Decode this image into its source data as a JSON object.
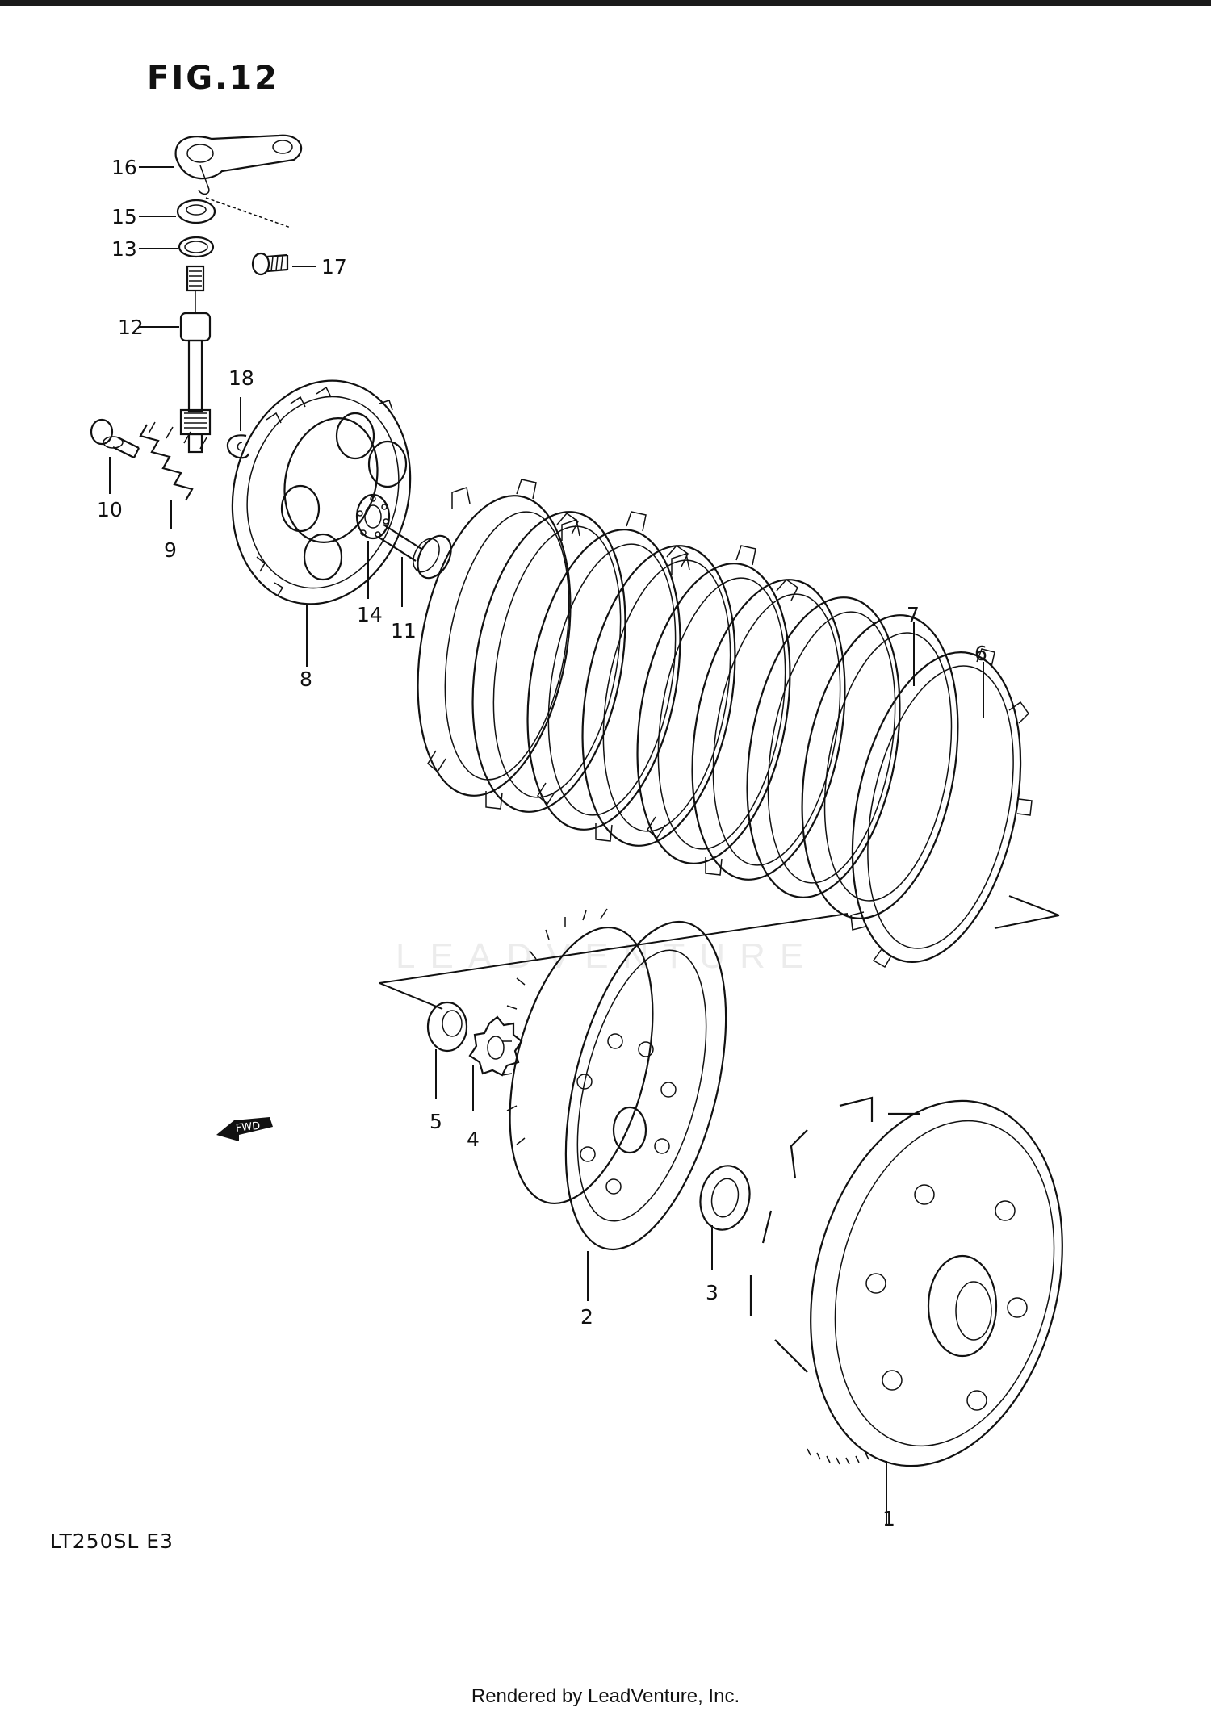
{
  "figure_title": "FIG.12",
  "model_code": "LT250SL  E3",
  "footer": "Rendered by LeadVenture, Inc.",
  "watermark": "LEADVENTURE",
  "fwd_label": "FWD",
  "callouts": {
    "c1": "1",
    "c2": "2",
    "c3": "3",
    "c4": "4",
    "c5": "5",
    "c6": "6",
    "c7": "7",
    "c8": "8",
    "c9": "9",
    "c10": "10",
    "c11": "11",
    "c12": "12",
    "c13": "13",
    "c14": "14",
    "c15": "15",
    "c16": "16",
    "c17": "17",
    "c18": "18"
  },
  "colors": {
    "line": "#111111",
    "watermark": "#969696"
  }
}
